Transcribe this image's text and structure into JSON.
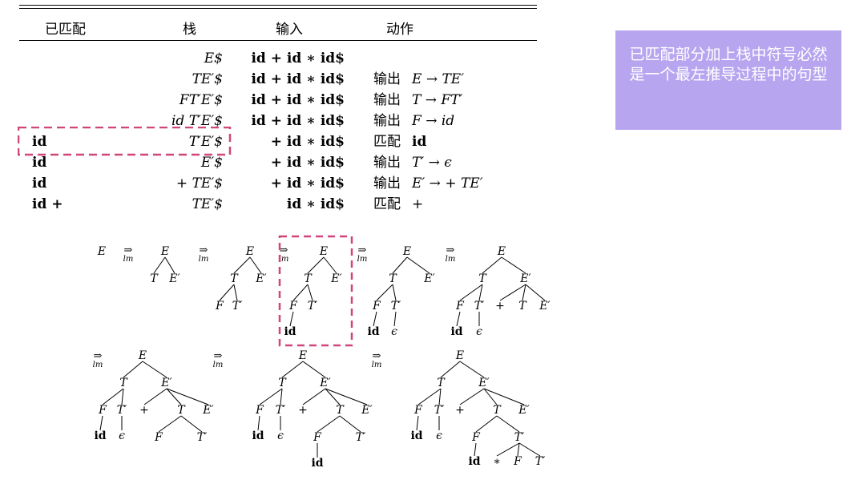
{
  "table": {
    "headers": {
      "matched": "已匹配",
      "stack": "栈",
      "input": "输入",
      "action": "动作"
    },
    "rows": [
      {
        "matched": "",
        "stack": "E$",
        "input": "id + id ∗ id$",
        "verb": "",
        "prod": ""
      },
      {
        "matched": "",
        "stack": "TE′$",
        "input": "id + id ∗ id$",
        "verb": "输出",
        "prod": "E → TE′"
      },
      {
        "matched": "",
        "stack": "FT′E′$",
        "input": "id + id ∗ id$",
        "verb": "输出",
        "prod": "T → FT′"
      },
      {
        "matched": "",
        "stack": "id T′E′$",
        "input": "id + id ∗ id$",
        "verb": "输出",
        "prod": "F → id"
      },
      {
        "matched": "id",
        "stack": "T′E′$",
        "input": "+ id ∗ id$",
        "verb": "匹配",
        "prod": "id"
      },
      {
        "matched": "id",
        "stack": "E′$",
        "input": "+ id ∗ id$",
        "verb": "输出",
        "prod": "T′ → ϵ"
      },
      {
        "matched": "id",
        "stack": "+ TE′$",
        "input": "+ id ∗ id$",
        "verb": "输出",
        "prod": "E′ → + TE′"
      },
      {
        "matched": "id +",
        "stack": "TE′$",
        "input": "id ∗ id$",
        "verb": "匹配",
        "prod": "+"
      }
    ]
  },
  "note": {
    "text": "已匹配部分加上栈中符号必然是一个最左推导过程中的句型"
  },
  "derivation": {
    "arrow": "⇒",
    "arrow_sub": "lm"
  },
  "colors": {
    "highlight_box": "#d0457a",
    "note_bg": "#b7a6ef",
    "note_text": "#ffffff"
  }
}
